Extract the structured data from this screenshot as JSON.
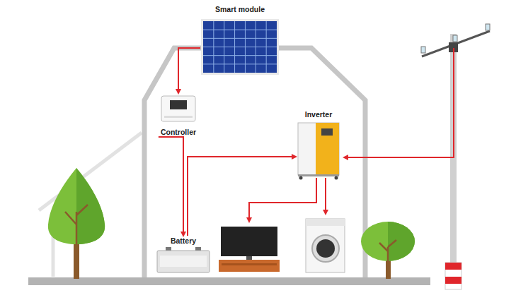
{
  "diagram": {
    "nodes": [
      {
        "text": [
          "Smart module"
        ]
      },
      {
        "text": [
          "Controller"
        ]
      },
      {
        "text": [
          "Inverter"
        ]
      },
      {
        "text": [
          "Battery"
        ]
      }
    ],
    "edges": [
      {
        "from": 0,
        "to": 1,
        "arrow": "to"
      },
      {
        "from": 1,
        "to": 3,
        "arrow": "to"
      },
      {
        "from": 3,
        "to": 2,
        "arrow": "to"
      }
    ]
  }
}
